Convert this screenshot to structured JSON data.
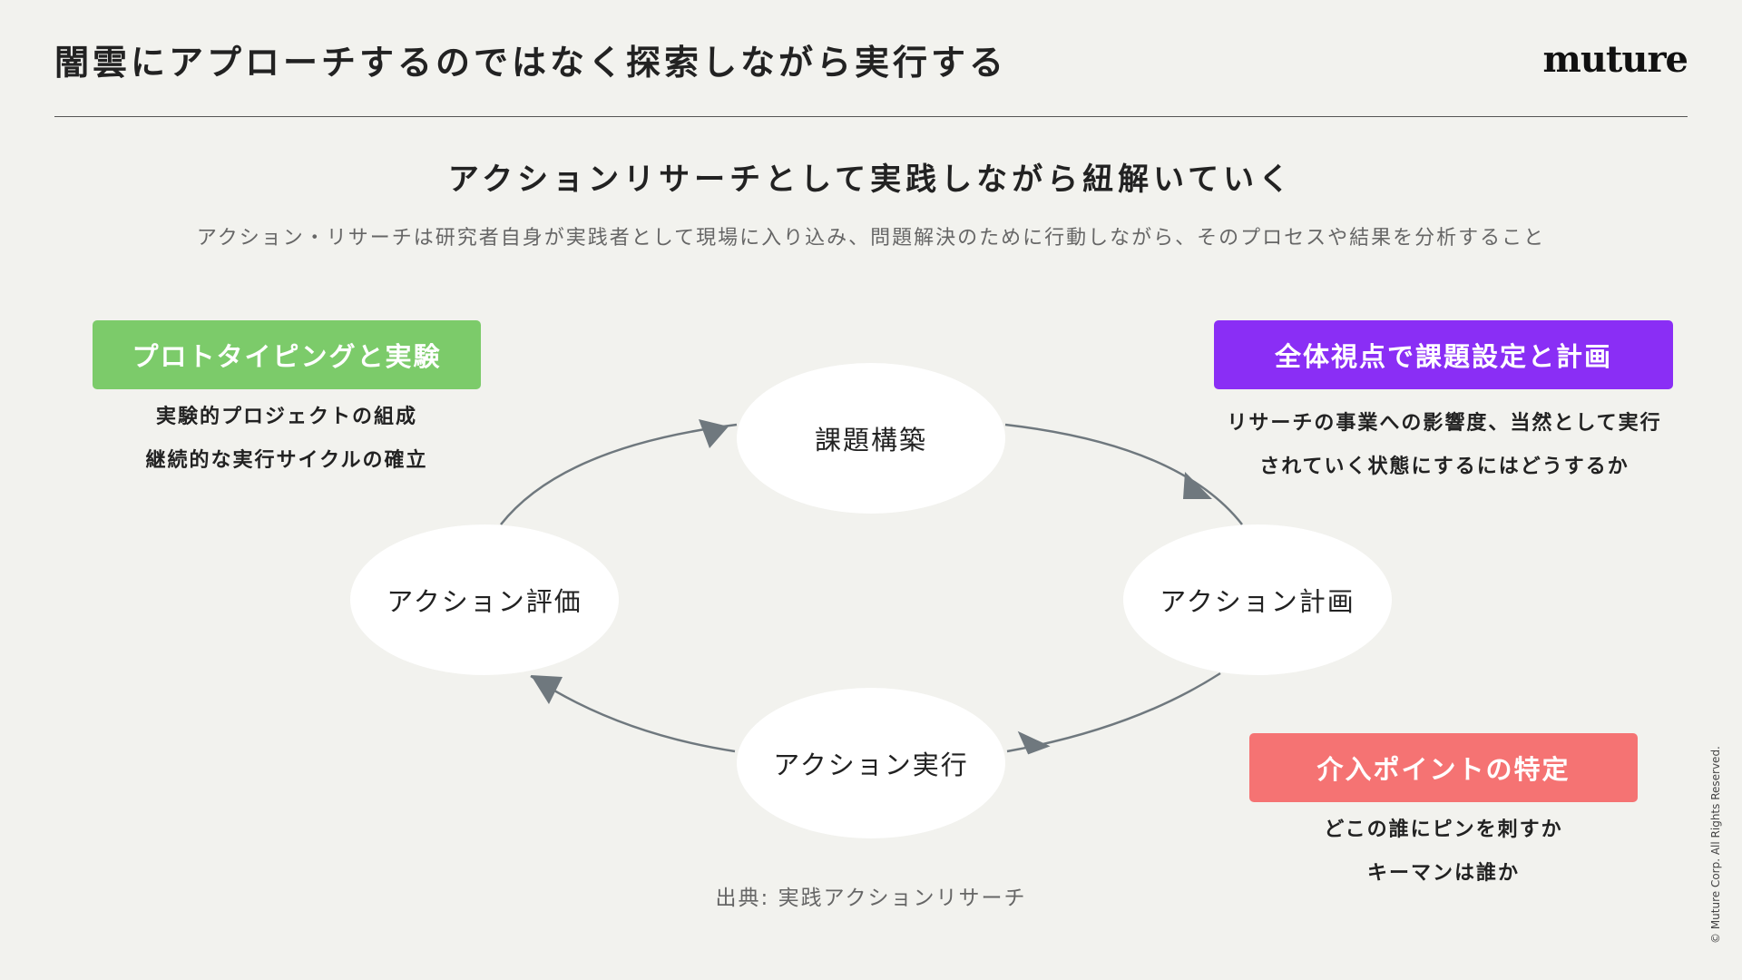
{
  "header": {
    "title": "闇雲にアプローチするのではなく探索しながら実行する",
    "logo": "muture"
  },
  "main": {
    "subtitle": "アクションリサーチとして実践しながら紐解いていく",
    "definition": "アクション・リサーチは研究者自身が実践者として現場に入り込み、問題解決のために行動しながら、そのプロセスや結果を分析すること"
  },
  "cycle": {
    "nodes": {
      "top": "課題構築",
      "right": "アクション計画",
      "bottom": "アクション実行",
      "left": "アクション評価"
    },
    "arrow_color": "#6f787e"
  },
  "callouts": {
    "prototyping": {
      "label": "プロトタイピングと実験",
      "color": "#7ccb6a",
      "lines": [
        "実験的プロジェクトの組成",
        "継続的な実行サイクルの確立"
      ]
    },
    "planning": {
      "label": "全体視点で課題設定と計画",
      "color": "#8a2ef5",
      "lines": [
        "リサーチの事業への影響度、当然として実行",
        "されていく状態にするにはどうするか"
      ]
    },
    "intervention": {
      "label": "介入ポイントの特定",
      "color": "#f57373",
      "lines": [
        "どこの誰にピンを刺すか",
        "キーマンは誰か"
      ]
    }
  },
  "footer": {
    "source": "出典: 実践アクションリサーチ",
    "copyright": "© Muture Corp. All Rights Reserved."
  }
}
